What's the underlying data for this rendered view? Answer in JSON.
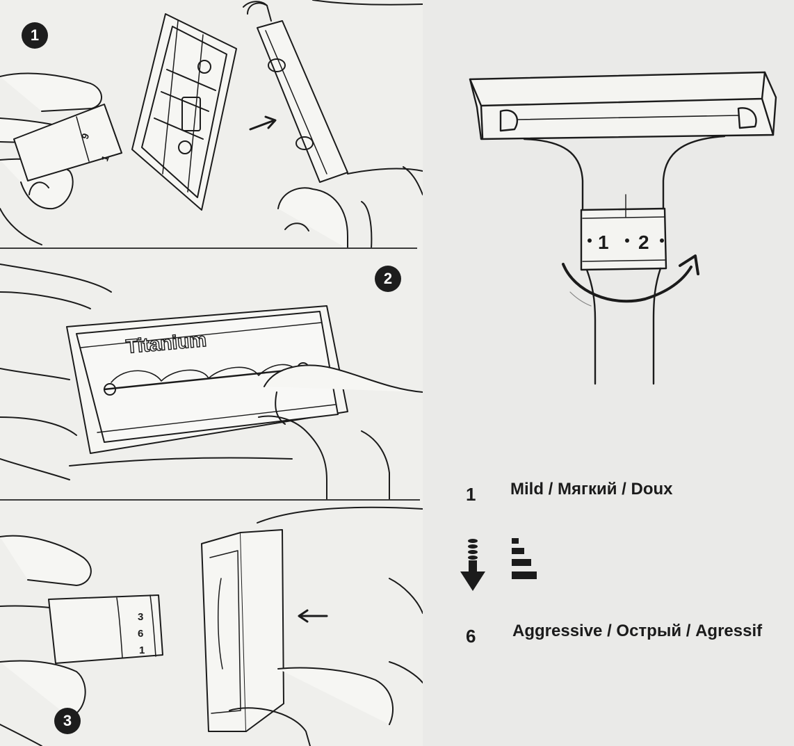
{
  "steps": [
    {
      "number": "1"
    },
    {
      "number": "2",
      "blade_text": "Titanium"
    },
    {
      "number": "3"
    }
  ],
  "dial": {
    "marks_step1": [
      "9",
      "1"
    ],
    "marks_step3": [
      "3",
      "6",
      "1"
    ],
    "setting_a": "1",
    "setting_b": "2"
  },
  "legend": {
    "mild_number": "1",
    "mild_text": "Mild / Мягкий / Doux",
    "aggressive_number": "6",
    "aggressive_text": "Aggressive / Острый / Agressif",
    "arrow_icon": "down-arrow-icon",
    "bars_icon": "stepped-bars-icon"
  },
  "colors": {
    "ink": "#1b1b1b",
    "paper": "#ececea",
    "badge": "#1d1d1d"
  }
}
